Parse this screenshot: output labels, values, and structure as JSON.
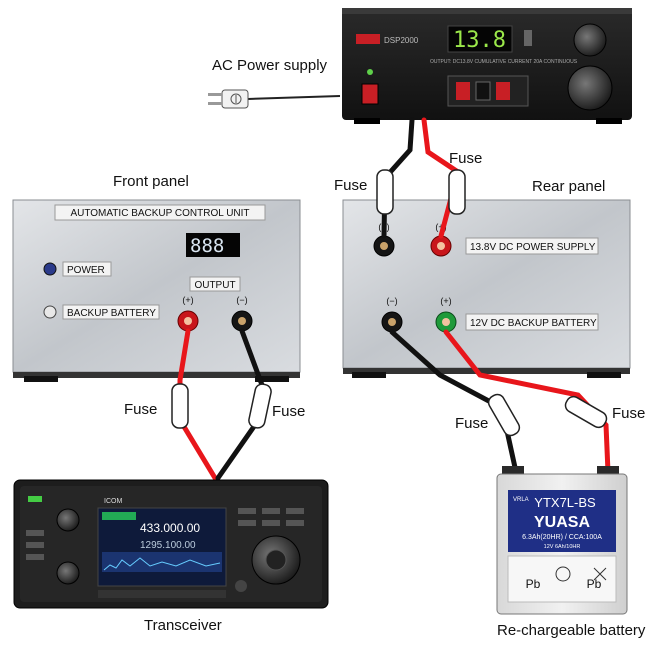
{
  "labels": {
    "ac_power_supply": "AC Power supply",
    "front_panel": "Front panel",
    "rear_panel": "Rear panel",
    "transceiver": "Transceiver",
    "battery": "Re-chargeable battery",
    "fuse": "Fuse"
  },
  "power_supply": {
    "model": "DSP2000",
    "display": "13.8",
    "output_text": "OUTPUT: DC13.8V CUMULATIVE CURRENT 20A CONTINUOUS"
  },
  "front_panel": {
    "title": "AUTOMATIC BACKUP CONTROL UNIT",
    "display": "888",
    "power_label": "POWER",
    "backup_label": "BACKUP BATTERY",
    "output_label": "OUTPUT",
    "plus": "(+)",
    "minus": "(−)"
  },
  "rear_panel": {
    "supply_label": "13.8V DC POWER SUPPLY",
    "backup_label": "12V DC BACKUP BATTERY",
    "plus": "(+)",
    "minus": "(−)"
  },
  "transceiver": {
    "brand": "ICOM",
    "freq_main": "433.000.00",
    "freq_sub": "1295.100.00"
  },
  "battery": {
    "model_prefix": "VRLA",
    "model": "YTX7L-BS",
    "brand": "YUASA",
    "rating": "6.3Ah(20HR) / CCA:100A",
    "voltage": "12V 6Ah/10HR",
    "pb": "Pb"
  },
  "colors": {
    "red_wire": "#e8161b",
    "black_wire": "#111111",
    "panel": "#c9ccd0",
    "chassis": "#1c1c1c"
  }
}
